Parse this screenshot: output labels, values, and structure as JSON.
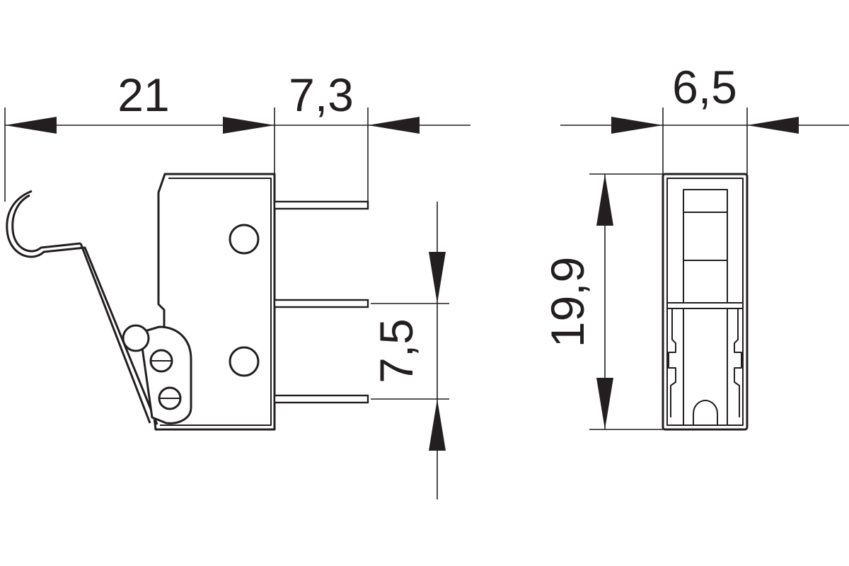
{
  "diagram": {
    "dimensions": {
      "body_length": "21",
      "pin_length": "7,3",
      "pin_spacing": "7,5",
      "width": "6,5",
      "height": "19,9"
    },
    "colors": {
      "line": "#231f20",
      "background": "#ffffff"
    }
  }
}
